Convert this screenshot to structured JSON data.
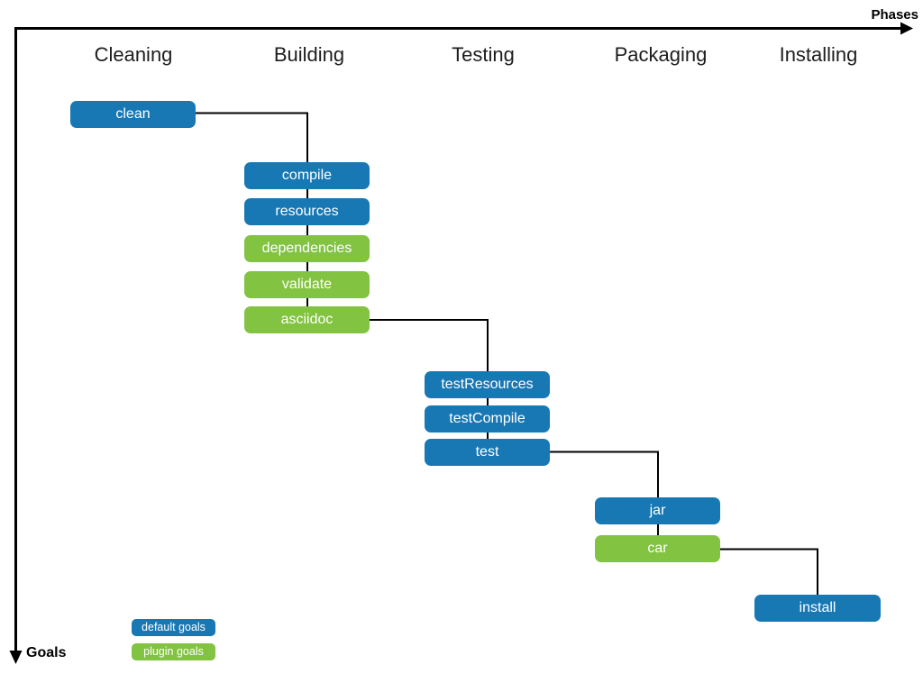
{
  "axes": {
    "x_label": "Phases",
    "y_label": "Goals"
  },
  "columns": [
    {
      "label": "Cleaning"
    },
    {
      "label": "Building"
    },
    {
      "label": "Testing"
    },
    {
      "label": "Packaging"
    },
    {
      "label": "Installing"
    }
  ],
  "colors": {
    "default": "#1878b4",
    "plugin": "#82c341",
    "axis": "#000000",
    "connector": "#000000",
    "node_text": "#ffffff",
    "header_text": "#1d1d1d"
  },
  "nodes": [
    {
      "id": "clean",
      "label": "clean",
      "type": "default",
      "column": "Cleaning"
    },
    {
      "id": "compile",
      "label": "compile",
      "type": "default",
      "column": "Building"
    },
    {
      "id": "resources",
      "label": "resources",
      "type": "default",
      "column": "Building"
    },
    {
      "id": "dependencies",
      "label": "dependencies",
      "type": "plugin",
      "column": "Building"
    },
    {
      "id": "validate",
      "label": "validate",
      "type": "plugin",
      "column": "Building"
    },
    {
      "id": "asciidoc",
      "label": "asciidoc",
      "type": "plugin",
      "column": "Building"
    },
    {
      "id": "testResources",
      "label": "testResources",
      "type": "default",
      "column": "Testing"
    },
    {
      "id": "testCompile",
      "label": "testCompile",
      "type": "default",
      "column": "Testing"
    },
    {
      "id": "test",
      "label": "test",
      "type": "default",
      "column": "Testing"
    },
    {
      "id": "jar",
      "label": "jar",
      "type": "default",
      "column": "Packaging"
    },
    {
      "id": "car",
      "label": "car",
      "type": "plugin",
      "column": "Packaging"
    },
    {
      "id": "install",
      "label": "install",
      "type": "default",
      "column": "Installing"
    }
  ],
  "edges": [
    [
      "clean",
      "compile"
    ],
    [
      "compile",
      "resources"
    ],
    [
      "resources",
      "dependencies"
    ],
    [
      "dependencies",
      "validate"
    ],
    [
      "validate",
      "asciidoc"
    ],
    [
      "asciidoc",
      "testResources"
    ],
    [
      "testResources",
      "testCompile"
    ],
    [
      "testCompile",
      "test"
    ],
    [
      "test",
      "jar"
    ],
    [
      "jar",
      "car"
    ],
    [
      "car",
      "install"
    ]
  ],
  "legend": [
    {
      "label": "default goals",
      "type": "default"
    },
    {
      "label": "plugin goals",
      "type": "plugin"
    }
  ]
}
